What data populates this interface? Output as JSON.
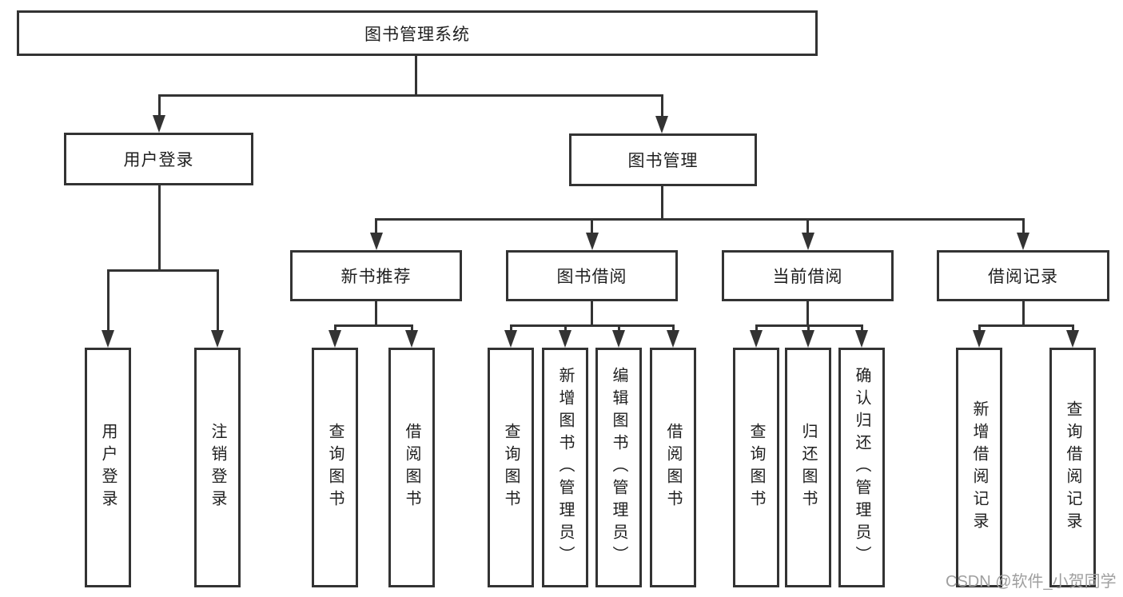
{
  "tree": {
    "label": "图书管理系统",
    "children": [
      {
        "label": "用户登录",
        "children": [
          {
            "label": "用户登录"
          },
          {
            "label": "注销登录"
          }
        ]
      },
      {
        "label": "图书管理",
        "children": [
          {
            "label": "新书推荐",
            "children": [
              {
                "label": "查询图书"
              },
              {
                "label": "借阅图书"
              }
            ]
          },
          {
            "label": "图书借阅",
            "children": [
              {
                "label": "查询图书"
              },
              {
                "label": "新增图书（管理员）"
              },
              {
                "label": "编辑图书（管理员）"
              },
              {
                "label": "借阅图书"
              }
            ]
          },
          {
            "label": "当前借阅",
            "children": [
              {
                "label": "查询图书"
              },
              {
                "label": "归还图书"
              },
              {
                "label": "确认归还（管理员）"
              }
            ]
          },
          {
            "label": "借阅记录",
            "children": [
              {
                "label": "新增借阅记录"
              },
              {
                "label": "查询借阅记录"
              }
            ]
          }
        ]
      }
    ]
  },
  "watermark": "CSDN @软件_小贺同学",
  "colors": {
    "line": "#333333",
    "text": "#1f1f1f",
    "watermark": "#9f9f9f",
    "background": "#ffffff"
  }
}
